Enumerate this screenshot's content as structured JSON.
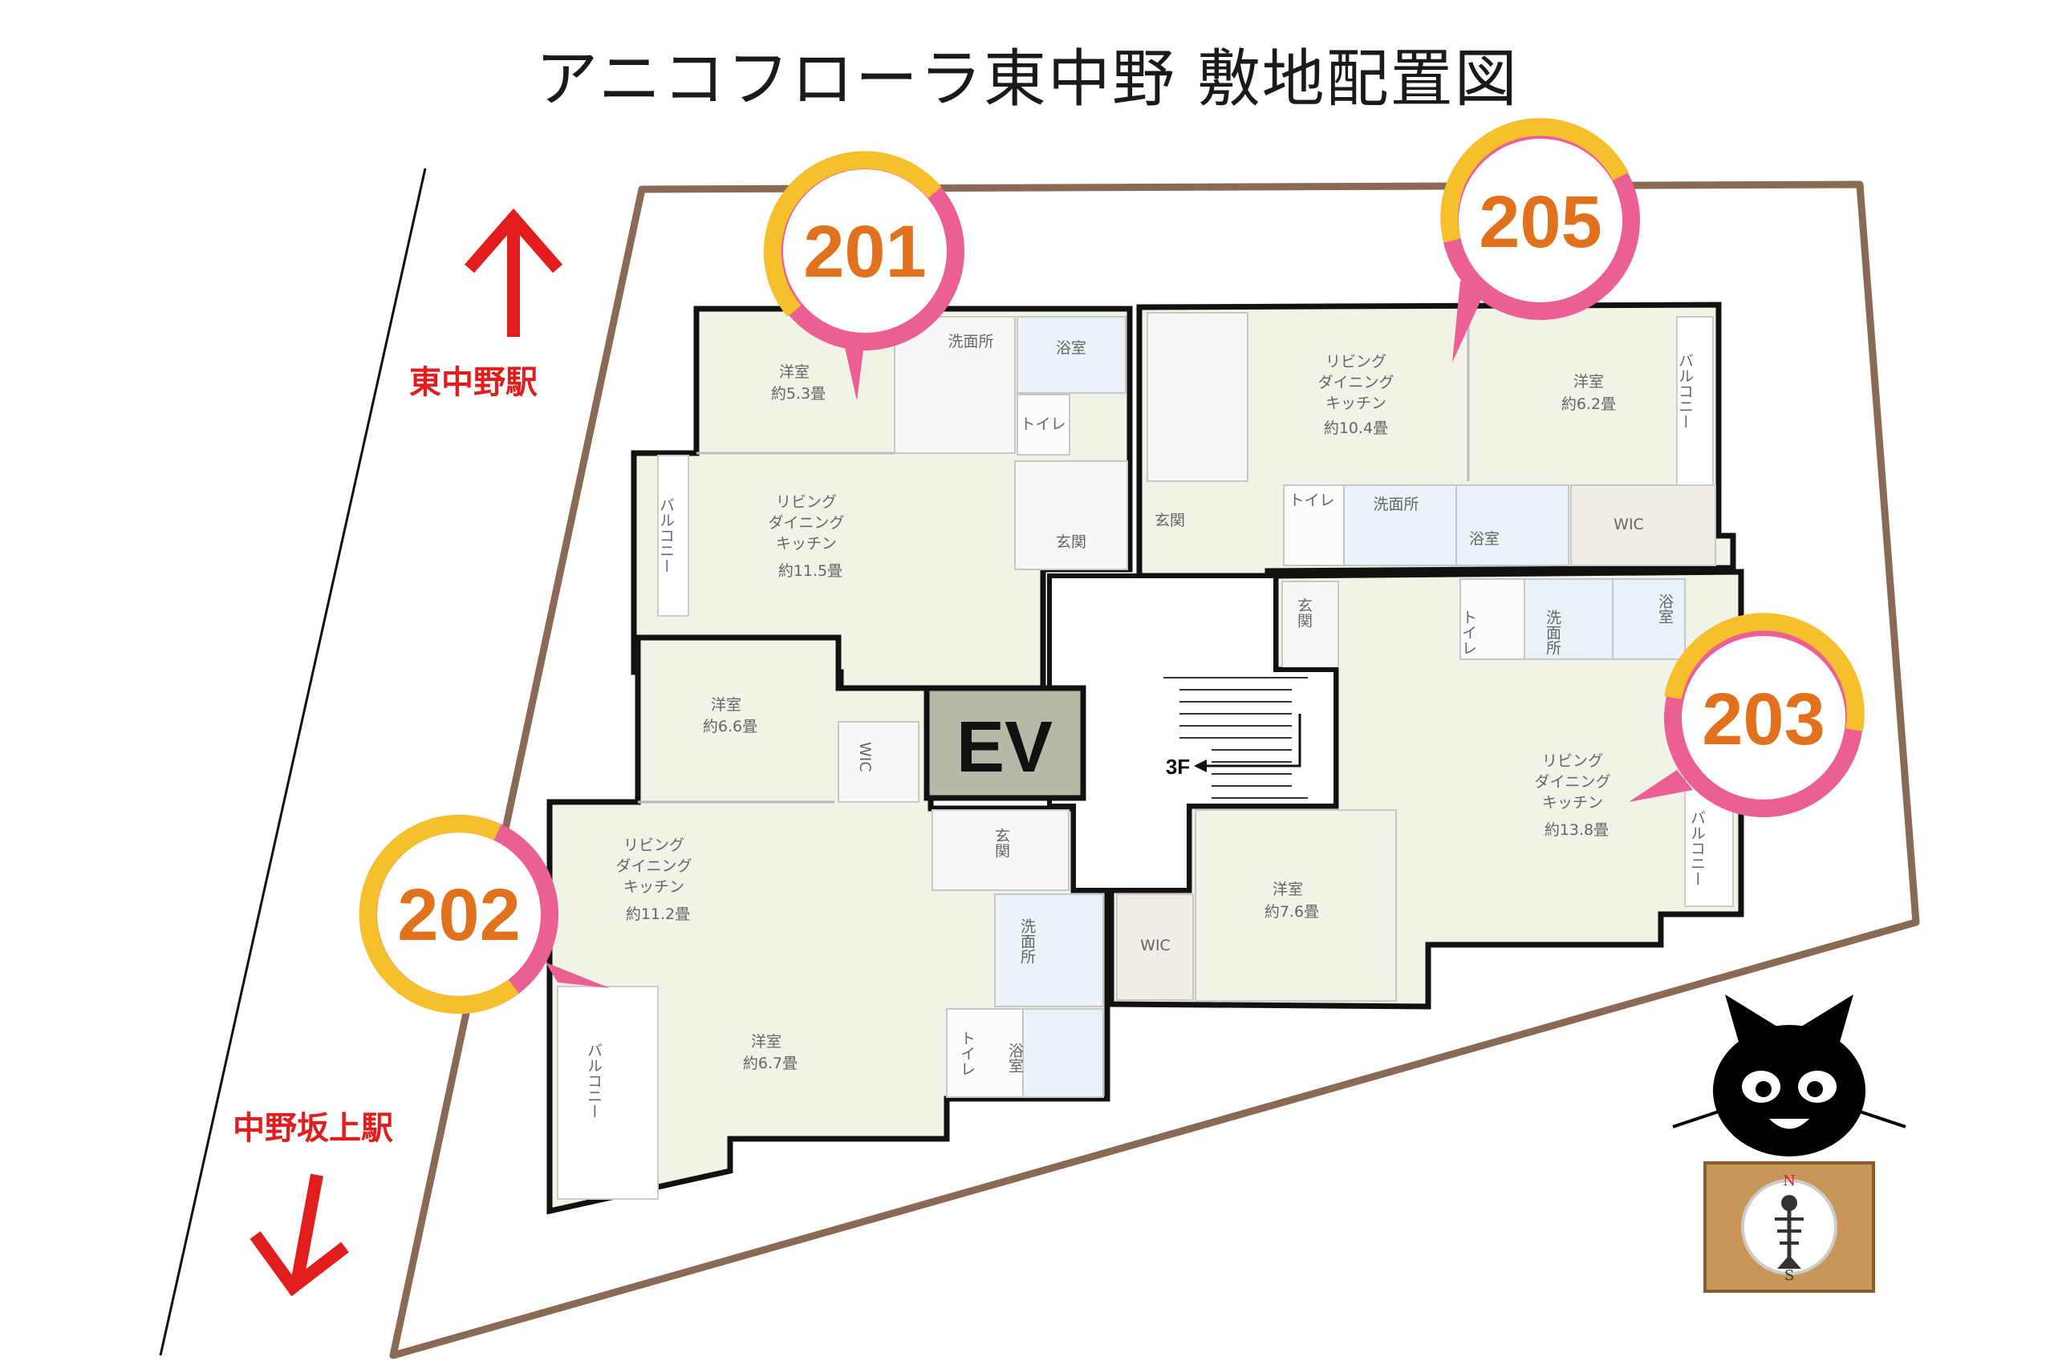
{
  "title": "アニコフローラ東中野 敷地配置図",
  "stations": {
    "north": "東中野駅",
    "south": "中野坂上駅"
  },
  "colors": {
    "arrow": "#e11d1d",
    "badge_yellow": "#f5c02b",
    "badge_pink": "#eb5f95",
    "unit_number": "#e2711d",
    "site_boundary": "#8a6a55",
    "ev_fill": "#b8b8a6"
  },
  "units": [
    {
      "number": "201"
    },
    {
      "number": "202"
    },
    {
      "number": "203"
    },
    {
      "number": "205"
    }
  ],
  "elevator": "EV",
  "stair_label": "3F",
  "rooms": {
    "r201_bed": [
      "洋室",
      "約5.3畳"
    ],
    "r201_wash": "洗面所",
    "r201_bath": "浴室",
    "r201_toilet": "トイレ",
    "r201_entry": "玄関",
    "r201_ldk": [
      "リビング",
      "ダイニング",
      "キッチン",
      "約11.5畳"
    ],
    "r201_balcony": "バルコニー",
    "r205_ldk": [
      "リビング",
      "ダイニング",
      "キッチン",
      "約10.4畳"
    ],
    "r205_bed": [
      "洋室",
      "約6.2畳"
    ],
    "r205_balcony": "バルコニー",
    "r205_entry": "玄関",
    "r205_toilet": "トイレ",
    "r205_wash": "洗面所",
    "r205_bath": "浴室",
    "r205_wic": "WIC",
    "r202_bed1": [
      "洋室",
      "約6.6畳"
    ],
    "r202_wic": "WIC",
    "r202_ldk": [
      "リビング",
      "ダイニング",
      "キッチン",
      "約11.2畳"
    ],
    "r202_entry": "玄関",
    "r202_wash": "洗面所",
    "r202_bed2": [
      "洋室",
      "約6.7畳"
    ],
    "r202_toilet": "トイレ",
    "r202_bath": "浴室",
    "r202_balcony": "バルコニー",
    "r203_entry": "玄関",
    "r203_toilet": "トイレ",
    "r203_wash": "洗面所",
    "r203_bath": "浴室",
    "r203_ldk": [
      "リビング",
      "ダイニング",
      "キッチン",
      "約13.8畳"
    ],
    "r203_balcony": "バルコニー",
    "r203_bed": [
      "洋室",
      "約7.6畳"
    ],
    "r203_wic": "WIC"
  },
  "compass": {
    "north": "N",
    "south": "S"
  },
  "icons": [
    "north-arrow-icon",
    "south-arrow-icon",
    "cat-mascot-icon",
    "compass-icon",
    "fish-bone-icon"
  ]
}
